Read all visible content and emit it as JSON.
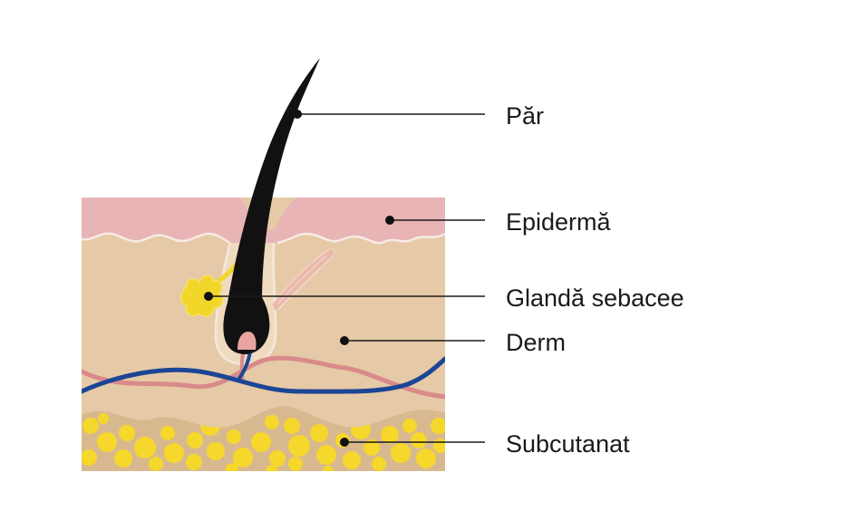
{
  "labels": {
    "hair": "Păr",
    "epidermis": "Epidermă",
    "sebaceous_gland": "Glandă sebacee",
    "dermis": "Derm",
    "subcutaneous": "Subcutanat"
  },
  "colors": {
    "epidermis": "#e8b4b6",
    "dermis": "#e6c9a6",
    "subcutaneous_base": "#d8b98f",
    "fat": "#f6d72b",
    "hair": "#111111",
    "sebaceous_gland": "#f2d62a",
    "artery": "#d98a8a",
    "vein": "#1b4595",
    "leader_line": "#1a1a1a"
  }
}
